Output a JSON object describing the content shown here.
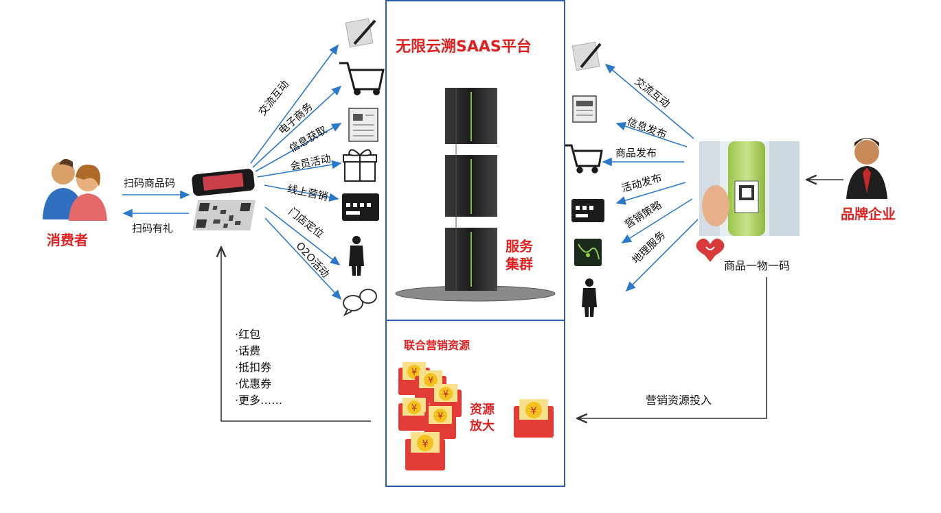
{
  "consumer": {
    "label": "消费者"
  },
  "brand": {
    "label": "品牌企业"
  },
  "platform": {
    "title": "无限云溯SAAS平台",
    "cluster_label": "服务\n集群"
  },
  "marketing": {
    "title": "联合营销资源",
    "amplify_label": "资源\n放大"
  },
  "left_flow": {
    "scan_product": "扫码商品码",
    "scan_gift": "扫码有礼"
  },
  "consumer_features": [
    "交流互动",
    "电子商务",
    "信息获取",
    "会员活动",
    "线上营销",
    "门店定位",
    "O2O活动"
  ],
  "brand_features": [
    "交流互动",
    "信息发布",
    "商品发布",
    "活动发布",
    "营销策略",
    "地理服务"
  ],
  "product_code": {
    "label": "商品一物一码"
  },
  "resource_input": {
    "label": "营销资源投入"
  },
  "rewards": [
    "·红包",
    "·话费",
    "·抵扣券",
    "·优惠券",
    "·更多……"
  ],
  "colors": {
    "arrow_blue": "#2a78c8",
    "box_border": "#2b5ea8",
    "accent_red": "#e02020",
    "envelope": "#e33b36",
    "coin": "#f3c21c"
  }
}
